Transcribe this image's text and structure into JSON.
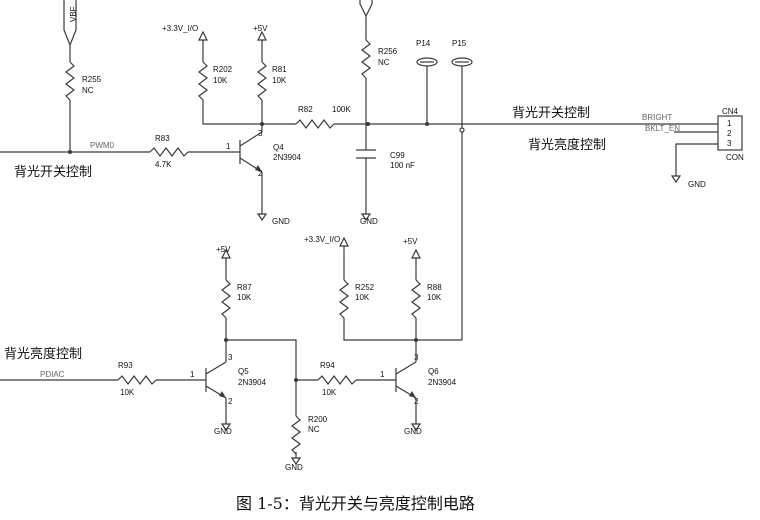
{
  "caption": "图 1-5：背光开关与亮度控制电路",
  "labels": {
    "backlight_switch_left": "背光开关控制",
    "backlight_switch_right": "背光开关控制",
    "brightness_right": "背光亮度控制",
    "brightness_left": "背光亮度控制"
  },
  "nets": {
    "vbf": "VBF",
    "pwm0": "PWM0",
    "pdiac": "PDIAC",
    "bright": "BRIGHT",
    "bklt_en": "BKLT_EN",
    "v33_top": "+3.3V_I/O",
    "v33_mid": "+3.3V_I/O",
    "v5_top": "+5V",
    "v5_q5": "+5V",
    "v5_q6": "+5V",
    "gnd_q4": "GND",
    "gnd_c99": "GND",
    "gnd_cn4": "GND",
    "gnd_q5": "GND",
    "gnd_r200": "GND",
    "gnd_q6": "GND"
  },
  "components": {
    "r255": {
      "ref": "R255",
      "value": "NC"
    },
    "r202": {
      "ref": "R202",
      "value": "10K"
    },
    "r81": {
      "ref": "R81",
      "value": "10K"
    },
    "r82": {
      "ref": "R82",
      "value": "100K"
    },
    "r256": {
      "ref": "R256",
      "value": "NC"
    },
    "r83": {
      "ref": "R83",
      "value": "4.7K"
    },
    "q4": {
      "ref": "Q4",
      "value": "2N3904"
    },
    "c99": {
      "ref": "C99",
      "value": "100 nF"
    },
    "p14": {
      "ref": "P14"
    },
    "p15": {
      "ref": "P15"
    },
    "cn4": {
      "ref": "CN4",
      "value": "CON",
      "pins": [
        "1",
        "2",
        "3"
      ]
    },
    "r87": {
      "ref": "R87",
      "value": "10K"
    },
    "r252": {
      "ref": "R252",
      "value": "10K"
    },
    "r88": {
      "ref": "R88",
      "value": "10K"
    },
    "r93": {
      "ref": "R93",
      "value": "10K"
    },
    "q5": {
      "ref": "Q5",
      "value": "2N3904"
    },
    "r94": {
      "ref": "R94",
      "value": "10K"
    },
    "q6": {
      "ref": "Q6",
      "value": "2N3904"
    },
    "r200": {
      "ref": "R200",
      "value": "NC"
    }
  },
  "pins": {
    "base": "1",
    "collector": "3",
    "emitter": "2"
  }
}
